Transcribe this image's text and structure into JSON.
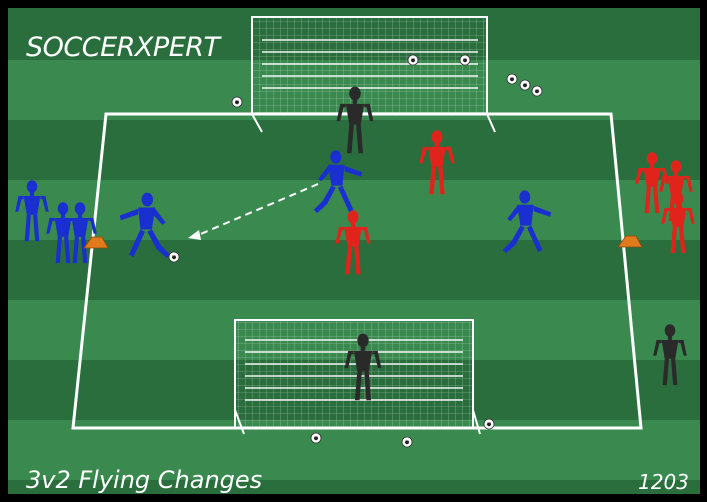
{
  "brand": {
    "logo_text": "SOCCERXPERT"
  },
  "drill": {
    "title": "3v2 Flying Changes",
    "number": "1203"
  },
  "colors": {
    "grass_dark": "#2a6f3e",
    "grass_light": "#3a8a50",
    "lines": "#ffffff",
    "blue_team": "#1a2fd0",
    "red_team": "#e0231b",
    "goalkeeper": "#2a2a2a",
    "cone": "#e07a1c"
  },
  "icons": [
    "soccer-ball-icon",
    "cone-icon",
    "goal-net-icon",
    "player-figure-icon",
    "pass-arrow-icon"
  ]
}
